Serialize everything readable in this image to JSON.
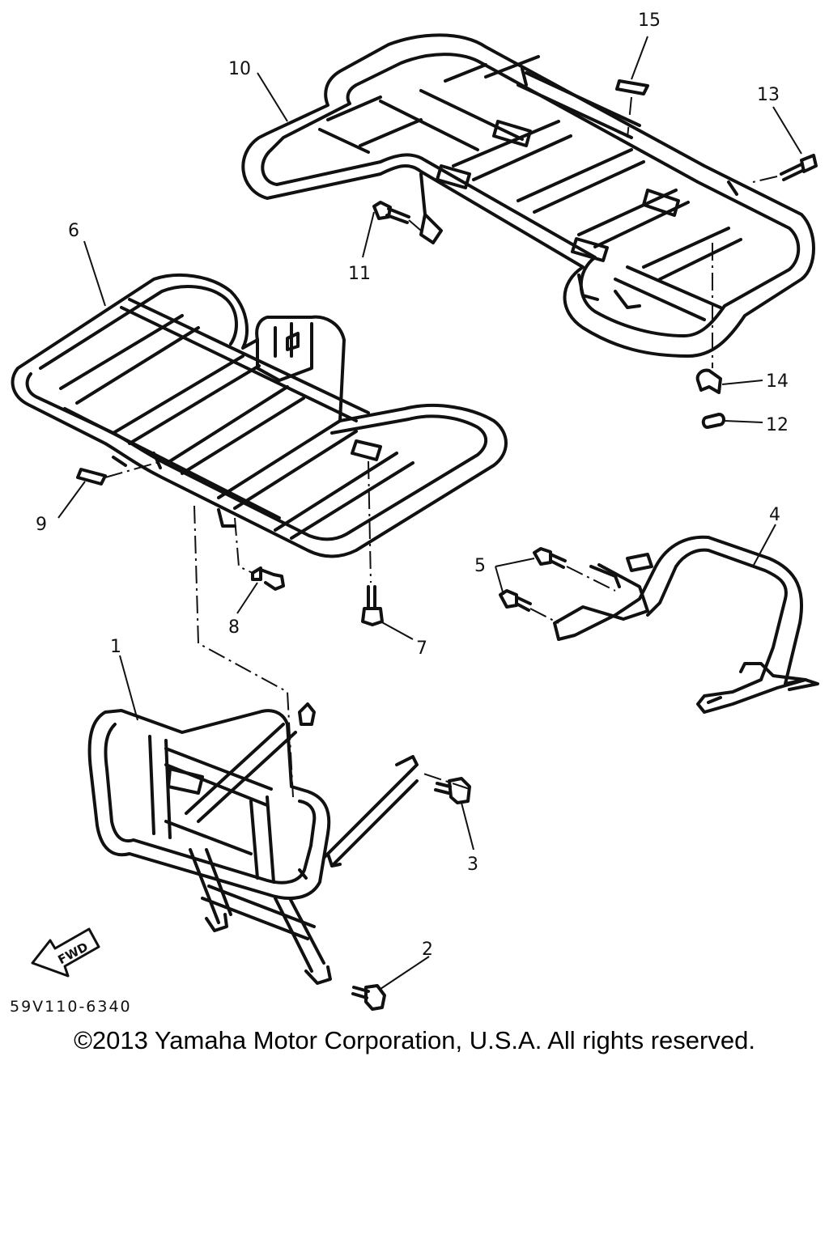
{
  "diagram": {
    "drawing_code": "59V110-6340",
    "fwd_label": "FWD",
    "callouts": [
      "1",
      "2",
      "3",
      "4",
      "5",
      "6",
      "7",
      "8",
      "9",
      "10",
      "11",
      "12",
      "13",
      "14",
      "15"
    ]
  },
  "footer": {
    "copyright": "©2013 Yamaha Motor Corporation, U.S.A. All rights reserved."
  },
  "colors": {
    "line": "#111111",
    "background": "#ffffff"
  }
}
